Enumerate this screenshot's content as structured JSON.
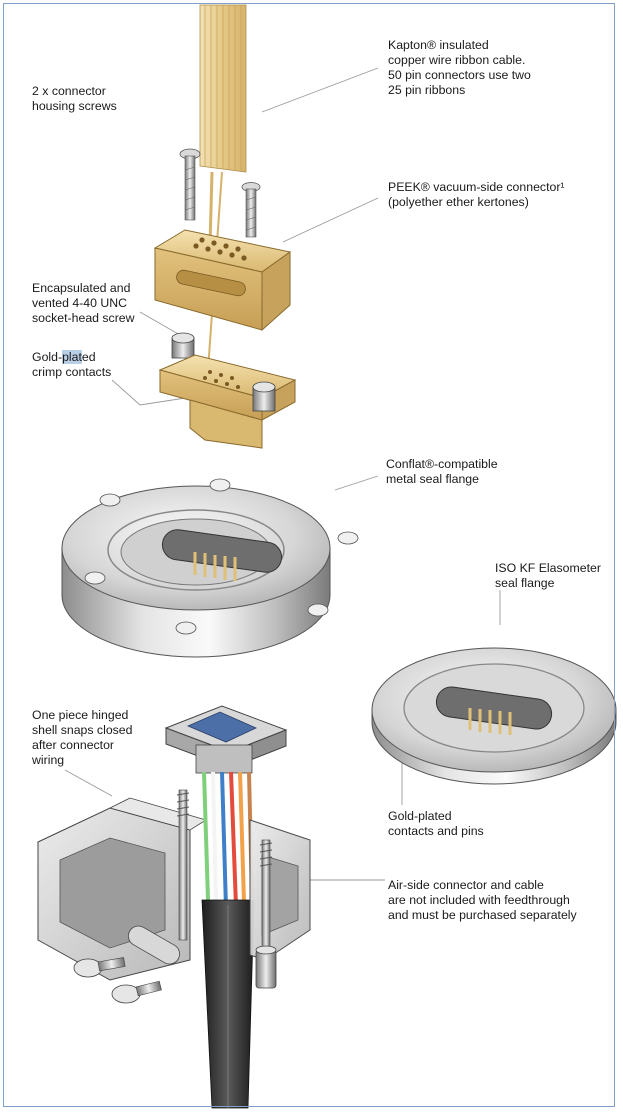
{
  "colors": {
    "frame": "#7f9fc6",
    "leader": "#9a9a9a",
    "peek": "#e9cf90",
    "metal": "#c9c9c9",
    "highlight": "#b9cfe6"
  },
  "labels": {
    "kapton": [
      "Kapton® insulated",
      "copper wire ribbon cable.",
      "50 pin connectors use two",
      "25 pin ribbons"
    ],
    "screws": [
      "2 x connector",
      "housing screws"
    ],
    "peek": [
      "PEEK® vacuum-side connector¹",
      "(polyether ether kertones)"
    ],
    "encapsulated": [
      "Encapsulated and",
      "vented 4-40 UNC",
      "socket-head screw"
    ],
    "gold_crimp": {
      "line1_before": "Gold-",
      "line1_highlight": "plat",
      "line1_after": "ed",
      "line2": "crimp contacts"
    },
    "conflat": [
      "Conflat®-compatible",
      "metal seal flange"
    ],
    "iso_kf": [
      "ISO KF Elasometer",
      "seal flange"
    ],
    "hinged_shell": [
      "One piece hinged",
      "shell snaps closed",
      "after connector",
      "wiring"
    ],
    "gold_contacts": [
      "Gold-plated",
      "contacts and pins"
    ],
    "air_side": [
      "Air-side connector and cable",
      "are not included with feedthrough",
      "and must be purchased separately"
    ]
  }
}
